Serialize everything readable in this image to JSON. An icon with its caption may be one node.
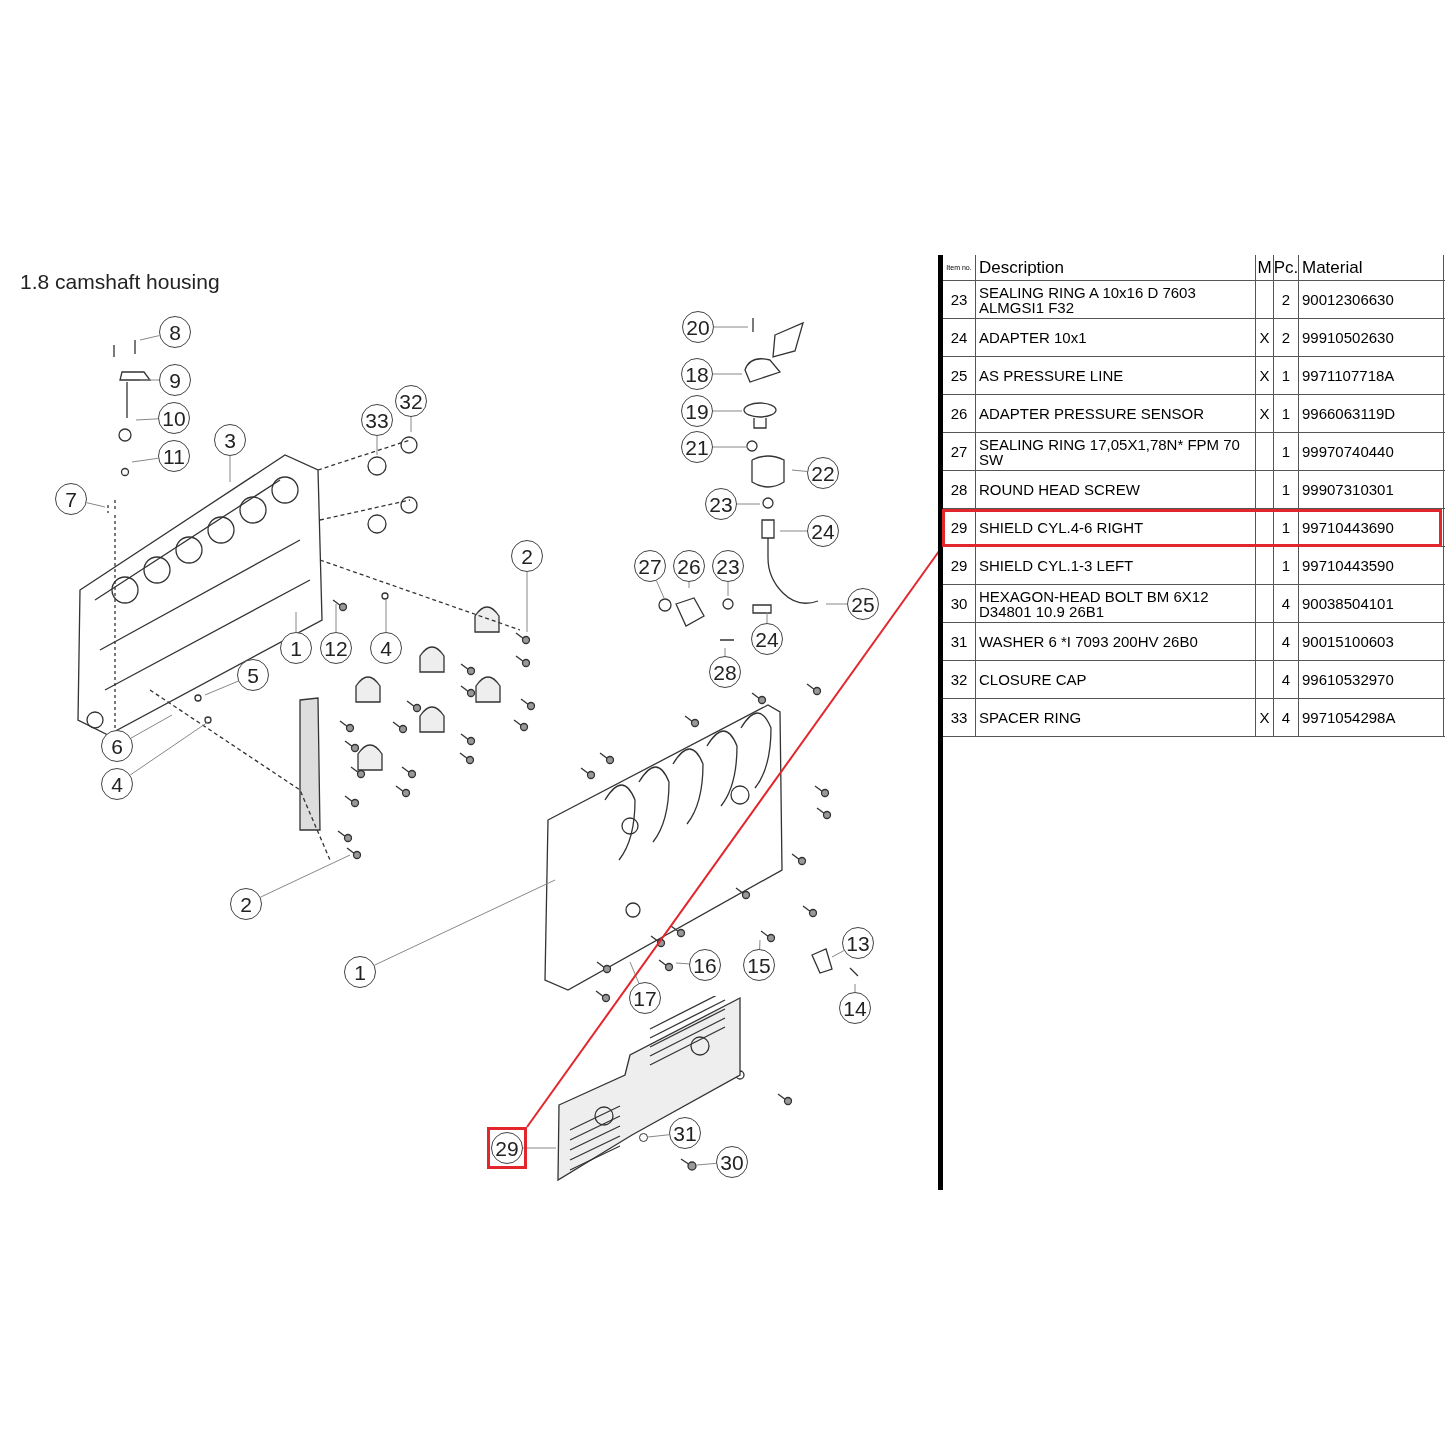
{
  "diagram": {
    "title": "1.8  camshaft housing",
    "nodes": [
      {
        "text": [
          "8"
        ]
      },
      {
        "text": [
          "9"
        ]
      },
      {
        "text": [
          "10"
        ]
      },
      {
        "text": [
          "11"
        ]
      },
      {
        "text": [
          "3"
        ]
      },
      {
        "text": [
          "7"
        ]
      },
      {
        "text": [
          "33"
        ]
      },
      {
        "text": [
          "32"
        ]
      },
      {
        "text": [
          "2"
        ]
      },
      {
        "text": [
          "1"
        ]
      },
      {
        "text": [
          "12"
        ]
      },
      {
        "text": [
          "4"
        ]
      },
      {
        "text": [
          "5"
        ]
      },
      {
        "text": [
          "6"
        ]
      },
      {
        "text": [
          "4"
        ]
      },
      {
        "text": [
          "2"
        ]
      },
      {
        "text": [
          "1"
        ]
      },
      {
        "text": [
          "20"
        ]
      },
      {
        "text": [
          "18"
        ]
      },
      {
        "text": [
          "19"
        ]
      },
      {
        "text": [
          "21"
        ]
      },
      {
        "text": [
          "22"
        ]
      },
      {
        "text": [
          "23"
        ]
      },
      {
        "text": [
          "24"
        ]
      },
      {
        "text": [
          "27"
        ]
      },
      {
        "text": [
          "26"
        ]
      },
      {
        "text": [
          "23"
        ]
      },
      {
        "text": [
          "25"
        ]
      },
      {
        "text": [
          "24"
        ]
      },
      {
        "text": [
          "28"
        ]
      },
      {
        "text": [
          "13"
        ]
      },
      {
        "text": [
          "16"
        ]
      },
      {
        "text": [
          "15"
        ]
      },
      {
        "text": [
          "17"
        ]
      },
      {
        "text": [
          "14"
        ]
      },
      {
        "text": [],
        "shape": "box"
      },
      {
        "text": [
          "29"
        ],
        "in": 35
      },
      {
        "text": [
          "31"
        ]
      },
      {
        "text": [
          "30"
        ]
      },
      {
        "text": [],
        "shape": "box"
      },
      {
        "text": [],
        "shape": "picture"
      },
      {
        "text": [],
        "shape": "circle"
      },
      {
        "text": [],
        "shape": "picture"
      }
    ],
    "edges": [
      {
        "from": 0,
        "to": null,
        "arrow": "none"
      },
      {
        "from": 1,
        "to": null,
        "arrow": "none"
      },
      {
        "from": 2,
        "to": null,
        "arrow": "none"
      },
      {
        "from": 3,
        "to": null,
        "arrow": "none"
      },
      {
        "from": 4,
        "to": null,
        "arrow": "none"
      },
      {
        "from": 5,
        "to": null,
        "arrow": "none"
      },
      {
        "from": 6,
        "to": null,
        "arrow": "none"
      },
      {
        "from": 7,
        "to": null,
        "arrow": "none"
      },
      {
        "from": 8,
        "to": null,
        "arrow": "none"
      },
      {
        "from": 9,
        "to": null,
        "arrow": "none"
      },
      {
        "from": 10,
        "to": null,
        "arrow": "none"
      },
      {
        "from": 11,
        "to": null,
        "arrow": "none"
      },
      {
        "from": 12,
        "to": null,
        "arrow": "none"
      },
      {
        "from": 13,
        "to": null,
        "arrow": "none"
      },
      {
        "from": 14,
        "to": null,
        "arrow": "none"
      },
      {
        "from": 15,
        "to": null,
        "arrow": "none"
      },
      {
        "from": 16,
        "to": null,
        "arrow": "none"
      },
      {
        "from": 17,
        "to": null,
        "arrow": "none"
      },
      {
        "from": 18,
        "to": null,
        "arrow": "none"
      },
      {
        "from": 19,
        "to": null,
        "arrow": "none"
      },
      {
        "from": 20,
        "to": null,
        "arrow": "none"
      },
      {
        "from": 21,
        "to": null,
        "arrow": "none"
      },
      {
        "from": 22,
        "to": null,
        "arrow": "none"
      },
      {
        "from": 23,
        "to": null,
        "arrow": "none"
      },
      {
        "from": 24,
        "to": null,
        "arrow": "none"
      },
      {
        "from": 25,
        "to": null,
        "arrow": "none"
      },
      {
        "from": 26,
        "to": null,
        "arrow": "none"
      },
      {
        "from": 27,
        "to": null,
        "arrow": "none"
      },
      {
        "from": 28,
        "to": null,
        "arrow": "none"
      },
      {
        "from": 29,
        "to": null,
        "arrow": "none"
      },
      {
        "from": 30,
        "to": null,
        "arrow": "none"
      },
      {
        "from": 31,
        "to": null,
        "arrow": "none"
      },
      {
        "from": 32,
        "to": null,
        "arrow": "none"
      },
      {
        "from": 33,
        "to": null,
        "arrow": "none"
      },
      {
        "from": 34,
        "to": null,
        "arrow": "none"
      },
      {
        "from": 36,
        "to": 40,
        "arrow": "none"
      },
      {
        "from": 37,
        "to": 41,
        "arrow": "none"
      },
      {
        "from": 38,
        "to": 42,
        "arrow": "none"
      },
      {
        "from": 35,
        "to": 39,
        "arrow": "none",
        "color": "#e3262b"
      }
    ],
    "labels": [
      "Item no.",
      "Description",
      "M",
      "Pc.",
      "Material",
      "23",
      "SEALING RING A 10x16 D 7603 ALMGSI1 F32",
      "2",
      "90012306630",
      "24",
      "ADAPTER 10x1",
      "X",
      "2",
      "99910502630",
      "25",
      "AS PRESSURE LINE",
      "X",
      "1",
      "9971107718A",
      "26",
      "ADAPTER PRESSURE SENSOR",
      "X",
      "1",
      "9966063119D",
      "27",
      "SEALING RING 17,05X1,78N* FPM 70 SW",
      "1",
      "99970740440",
      "28",
      "ROUND HEAD SCREW",
      "1",
      "99907310301",
      "29",
      "SHIELD CYL.4-6 RIGHT",
      "1",
      "99710443690",
      "29",
      "SHIELD CYL.1-3 LEFT",
      "1",
      "99710443590",
      "30",
      "HEXAGON-HEAD BOLT BM 6X12 D34801 10.9 26B1",
      "4",
      "90038504101",
      "31",
      "WASHER 6 *I 7093 200HV 26B0",
      "4",
      "90015100603",
      "32",
      "CLOSURE CAP",
      "4",
      "99610532970",
      "33",
      "SPACER RING",
      "X",
      "4",
      "9971054298A"
    ]
  }
}
